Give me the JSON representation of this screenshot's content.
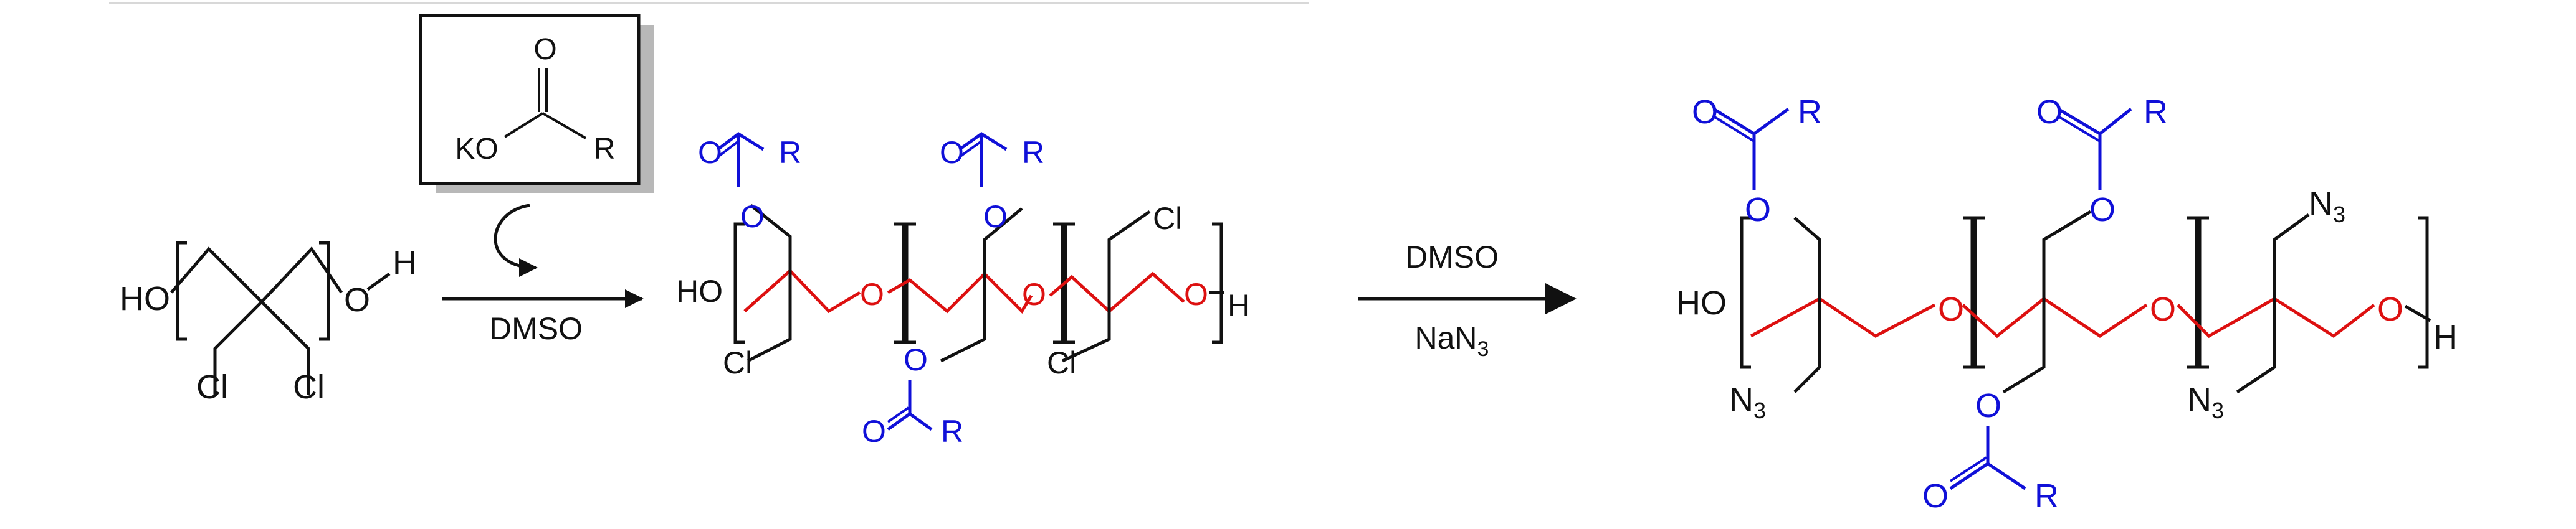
{
  "colors": {
    "black": "#111111",
    "blue": "#1010d8",
    "red": "#dd1010",
    "box_shadow": "#b8b8b8"
  },
  "labels": {
    "ho": "HO",
    "o": "O",
    "h": "H",
    "cl": "Cl",
    "ko": "KO",
    "r": "R",
    "n": "N",
    "sub3": "3",
    "dmso": "DMSO",
    "na": "NaN",
    "sub3_reagent": "3"
  }
}
